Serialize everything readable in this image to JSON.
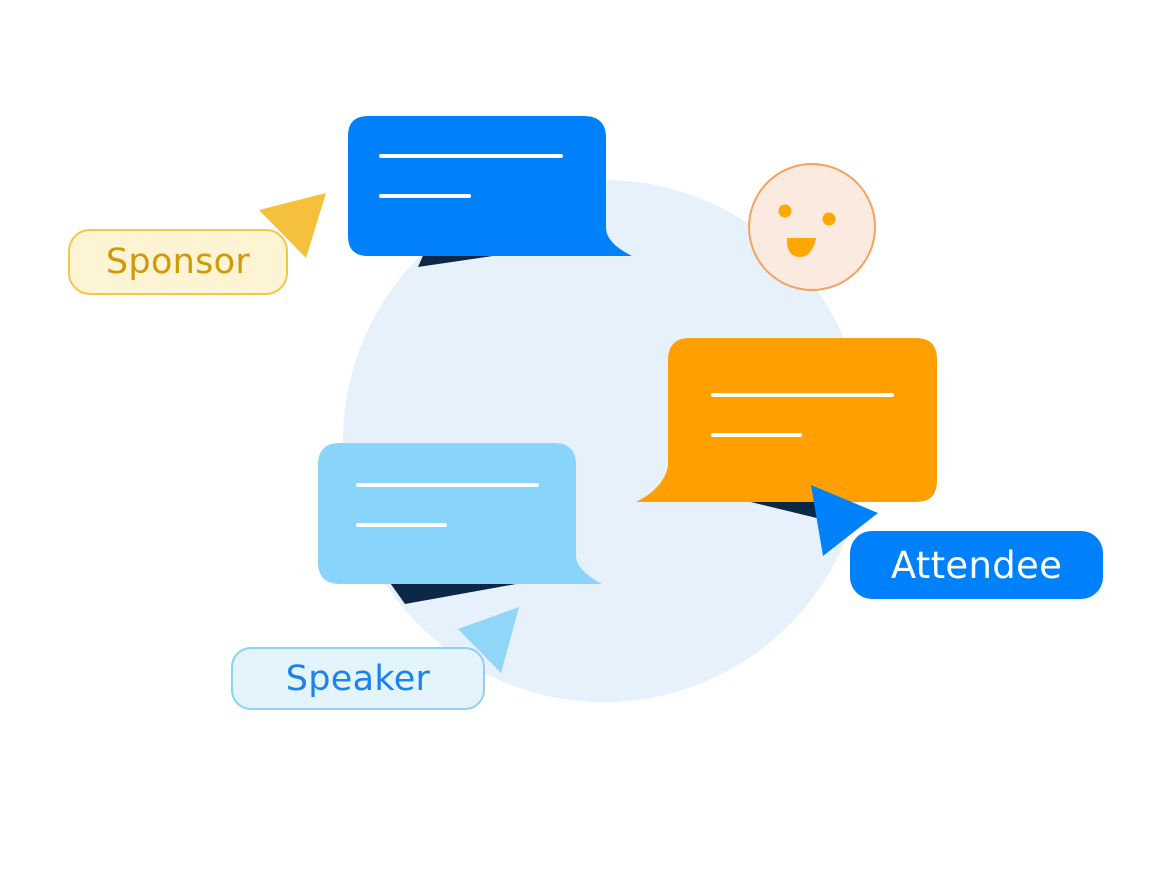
{
  "labels": {
    "sponsor": "Sponsor",
    "speaker": "Speaker",
    "attendee": "Attendee"
  },
  "colors": {
    "background_circle": "#e6f1fc",
    "bubble_blue": "#0081fc",
    "bubble_light_blue": "#89d4fa",
    "bubble_orange": "#ffa000",
    "bubble_shadow": "#0d2747",
    "sponsor_accent": "#f5c03b",
    "speaker_accent": "#8fd6f9",
    "attendee_accent": "#0081fc",
    "smiley_face": "#fbeadf",
    "smiley_border": "#f6a15e",
    "smiley_features": "#ffa800"
  },
  "icons": {
    "cursors": [
      "cursor-arrow-icon",
      "cursor-arrow-icon",
      "cursor-arrow-icon"
    ],
    "emoji": "smiley-face-icon"
  }
}
